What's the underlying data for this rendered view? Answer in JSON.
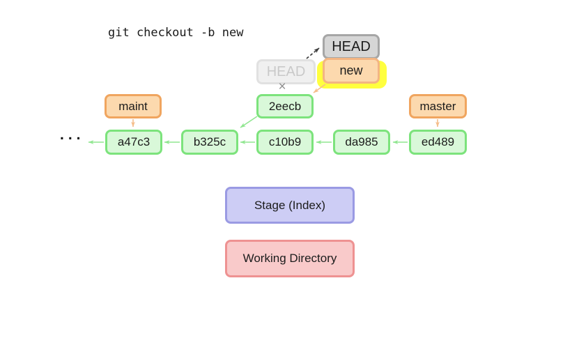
{
  "title": "git checkout -b new",
  "ellipsis": "...",
  "cross_mark": "×",
  "nodes": {
    "head": {
      "label": "HEAD"
    },
    "head_old": {
      "label": "HEAD"
    },
    "branch_new": {
      "label": "new"
    },
    "branch_maint": {
      "label": "maint"
    },
    "branch_master": {
      "label": "master"
    },
    "commit_2eecb": {
      "label": "2eecb"
    },
    "commit_a47c3": {
      "label": "a47c3"
    },
    "commit_b325c": {
      "label": "b325c"
    },
    "commit_c10b9": {
      "label": "c10b9"
    },
    "commit_da985": {
      "label": "da985"
    },
    "commit_ed489": {
      "label": "ed489"
    }
  },
  "areas": {
    "stage": "Stage (Index)",
    "working": "Working Directory"
  },
  "edges": [
    {
      "from": "a47c3",
      "to": "history-ellipsis",
      "style": "green-arrow"
    },
    {
      "from": "b325c",
      "to": "a47c3",
      "style": "green-arrow"
    },
    {
      "from": "c10b9",
      "to": "b325c",
      "style": "green-arrow"
    },
    {
      "from": "da985",
      "to": "c10b9",
      "style": "green-arrow"
    },
    {
      "from": "ed489",
      "to": "da985",
      "style": "green-arrow"
    },
    {
      "from": "2eecb",
      "to": "b325c",
      "style": "green-arrow"
    },
    {
      "from": "new",
      "to": "2eecb",
      "style": "orange-arrow"
    },
    {
      "from": "maint",
      "to": "a47c3",
      "style": "orange-arrow"
    },
    {
      "from": "master",
      "to": "ed489",
      "style": "orange-arrow"
    },
    {
      "from": "old HEAD",
      "to": "HEAD",
      "style": "dashed-dark-arrow"
    }
  ],
  "colors": {
    "commit_fill": "#d9f8d9",
    "commit_border": "#7ce37c",
    "branch_fill": "#fcd9ae",
    "branch_border": "#f0a55f",
    "new_border": "#f3b583",
    "head_fill": "#d6d6d6",
    "head_border": "#a6a6a6",
    "head_old_fill": "#f0f0f0",
    "head_old_border": "#e1e1e1",
    "head_old_text": "#c9c9c9",
    "highlight_yellow": "#ffff3f",
    "stage_fill": "#cdcdf5",
    "stage_border": "#9a9ae3",
    "working_fill": "#f9caca",
    "working_border": "#ee9292",
    "arrow_green": "#90e690",
    "arrow_orange": "#f5bd8b",
    "arrow_dark": "#3c3c3c"
  }
}
